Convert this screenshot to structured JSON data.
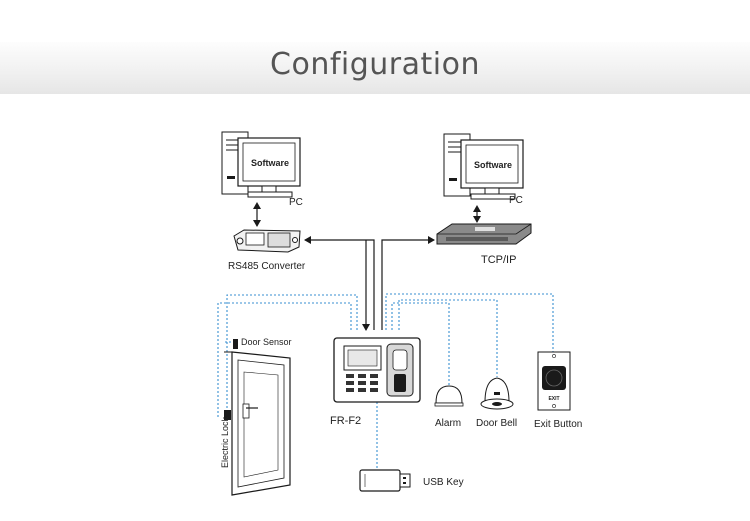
{
  "page": {
    "title": "Configuration"
  },
  "diagram": {
    "pc_left": {
      "screen_text": "Software",
      "label": "PC"
    },
    "pc_right": {
      "screen_text": "Software",
      "label": "PC"
    },
    "rs485": {
      "label": "RS485 Converter"
    },
    "switch": {
      "label": "TCP/IP"
    },
    "device": {
      "label": "FR-F2"
    },
    "door_sensor": {
      "label": "Door Sensor"
    },
    "electric_lock": {
      "label": "Electric Lock"
    },
    "alarm": {
      "label": "Alarm"
    },
    "door_bell": {
      "label": "Door Bell"
    },
    "exit_button": {
      "label": "Exit Button",
      "plate_text": "EXIT"
    },
    "usb_key": {
      "label": "USB Key"
    }
  },
  "colors": {
    "wire_dotted": "#3a8fd0",
    "line": "#1a1a1a",
    "banner_text": "#555555"
  }
}
